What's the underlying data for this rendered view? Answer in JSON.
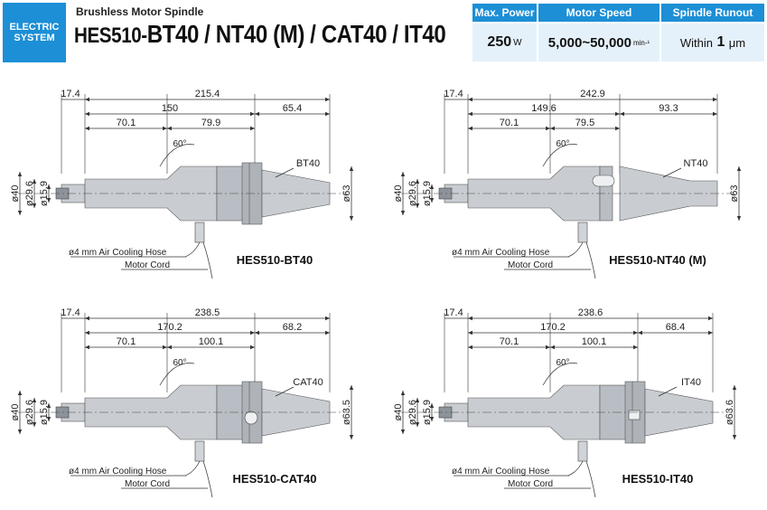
{
  "header": {
    "badge_line1": "ELECTRIC",
    "badge_line2": "SYSTEM",
    "subtitle": "Brushless Motor Spindle",
    "title_prefix": "HES510-",
    "title_main": "BT40 / NT40 (M) / CAT40 / IT40"
  },
  "specs": [
    {
      "heading": "Max. Power",
      "value": "250",
      "unit": "W"
    },
    {
      "heading": "Motor Speed",
      "value": "5,000~50,000",
      "unit": "min-¹"
    },
    {
      "heading": "Spindle Runout",
      "prefix": "Within",
      "value": "1",
      "unit": "μm"
    }
  ],
  "colors": {
    "accent": "#1c8fd6",
    "spec_bg": "#e5f1fa",
    "body_gray": "#c9cdd2"
  },
  "callouts": {
    "hose": "ø4 mm Air Cooling Hose",
    "cord": "Motor Cord",
    "angle": "60°"
  },
  "diagrams": [
    {
      "model": "HES510-BT40",
      "taper": "BT40",
      "total": "215.4",
      "front": "17.4",
      "d150": "150",
      "d701": "70.1",
      "mid": "79.9",
      "rear": "65.4",
      "dia40": "ø40",
      "dia296": "ø29.6",
      "dia159": "ø15.9",
      "dia_end": "ø63"
    },
    {
      "model": "HES510-NT40 (M)",
      "taper": "NT40",
      "total": "242.9",
      "front": "17.4",
      "d150": "149.6",
      "d701": "70.1",
      "mid": "79.5",
      "rear": "93.3",
      "dia40": "ø40",
      "dia296": "ø29.6",
      "dia159": "ø15.9",
      "dia_end": "ø63"
    },
    {
      "model": "HES510-CAT40",
      "taper": "CAT40",
      "total": "238.5",
      "front": "17.4",
      "d150": "170.2",
      "d701": "70.1",
      "mid": "100.1",
      "rear": "68.2",
      "dia40": "ø40",
      "dia296": "ø29.6",
      "dia159": "ø15.9",
      "dia_end": "ø63.5"
    },
    {
      "model": "HES510-IT40",
      "taper": "IT40",
      "total": "238.6",
      "front": "17.4",
      "d150": "170.2",
      "d701": "70.1",
      "mid": "100.1",
      "rear": "68.4",
      "dia40": "ø40",
      "dia296": "ø29.6",
      "dia159": "ø15.9",
      "dia_end": "ø63.6"
    }
  ]
}
